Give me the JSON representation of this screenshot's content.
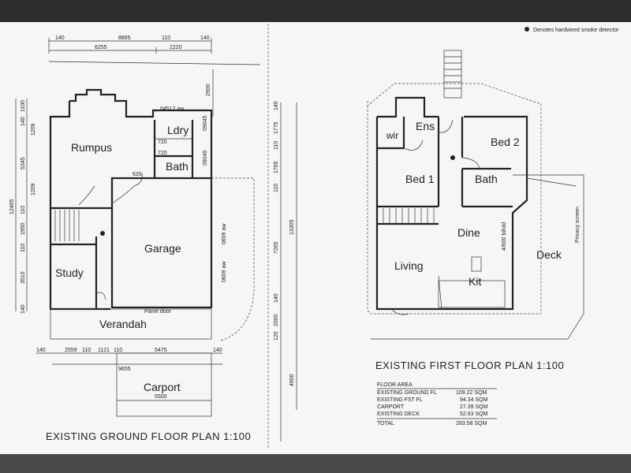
{
  "ground": {
    "title": "EXISTING GROUND FLOOR PLAN 1:100",
    "rooms": {
      "rumpus": "Rumpus",
      "lndry": "Ldry",
      "bath": "Bath",
      "garage": "Garage",
      "study": "Study",
      "verandah": "Verandah",
      "carport": "Carport"
    },
    "notes": {
      "panel_door": "Panel door",
      "d720a": "720",
      "d720b": "720",
      "d620": "620",
      "d04512": "04512 aw",
      "d09045a": "09045",
      "d09045b": "09045",
      "d0609a": "0609 aw",
      "d0609b": "0609 aw"
    },
    "top_dims": [
      "140",
      "8865",
      "110",
      "140",
      "6255",
      "2220"
    ],
    "right_dim": "2900",
    "left_dims": [
      "1100",
      "140",
      "1209",
      "5345",
      "1209",
      "12405",
      "110",
      "1950",
      "110",
      "3510",
      "140"
    ],
    "bottom_dims": [
      "140",
      "2559",
      "110",
      "1121",
      "110",
      "5475",
      "140",
      "9655",
      "5500"
    ]
  },
  "middle_dims": [
    "140",
    "1775",
    "110",
    "1765",
    "110",
    "13305",
    "7265",
    "140",
    "2000",
    "120",
    "4900"
  ],
  "first": {
    "title": "EXISTING FIRST FLOOR PLAN 1:100",
    "rooms": {
      "wir": "wir",
      "ens": "Ens",
      "bed2": "Bed 2",
      "bed1": "Bed 1",
      "bath": "Bath",
      "dine": "Dine",
      "living": "Living",
      "kit": "Kit",
      "deck": "Deck"
    },
    "notes": {
      "bifold": "4/600 bifold",
      "privacy": "Privacy screen"
    }
  },
  "legend": "Denotes hardwired smoke detector",
  "floor_area": {
    "heading": "FLOOR AREA",
    "rows": [
      {
        "label": "EXISTING GROUND FL",
        "value": "109.22 SQM"
      },
      {
        "label": "EXISTING FST FL",
        "value": "94.34 SQM"
      },
      {
        "label": "CARPORT",
        "value": "27.39 SQM"
      },
      {
        "label": "EXISTING DECK",
        "value": "52.63 SQM"
      }
    ],
    "total": {
      "label": "TOTAL",
      "value": "283.58 SQM"
    }
  }
}
